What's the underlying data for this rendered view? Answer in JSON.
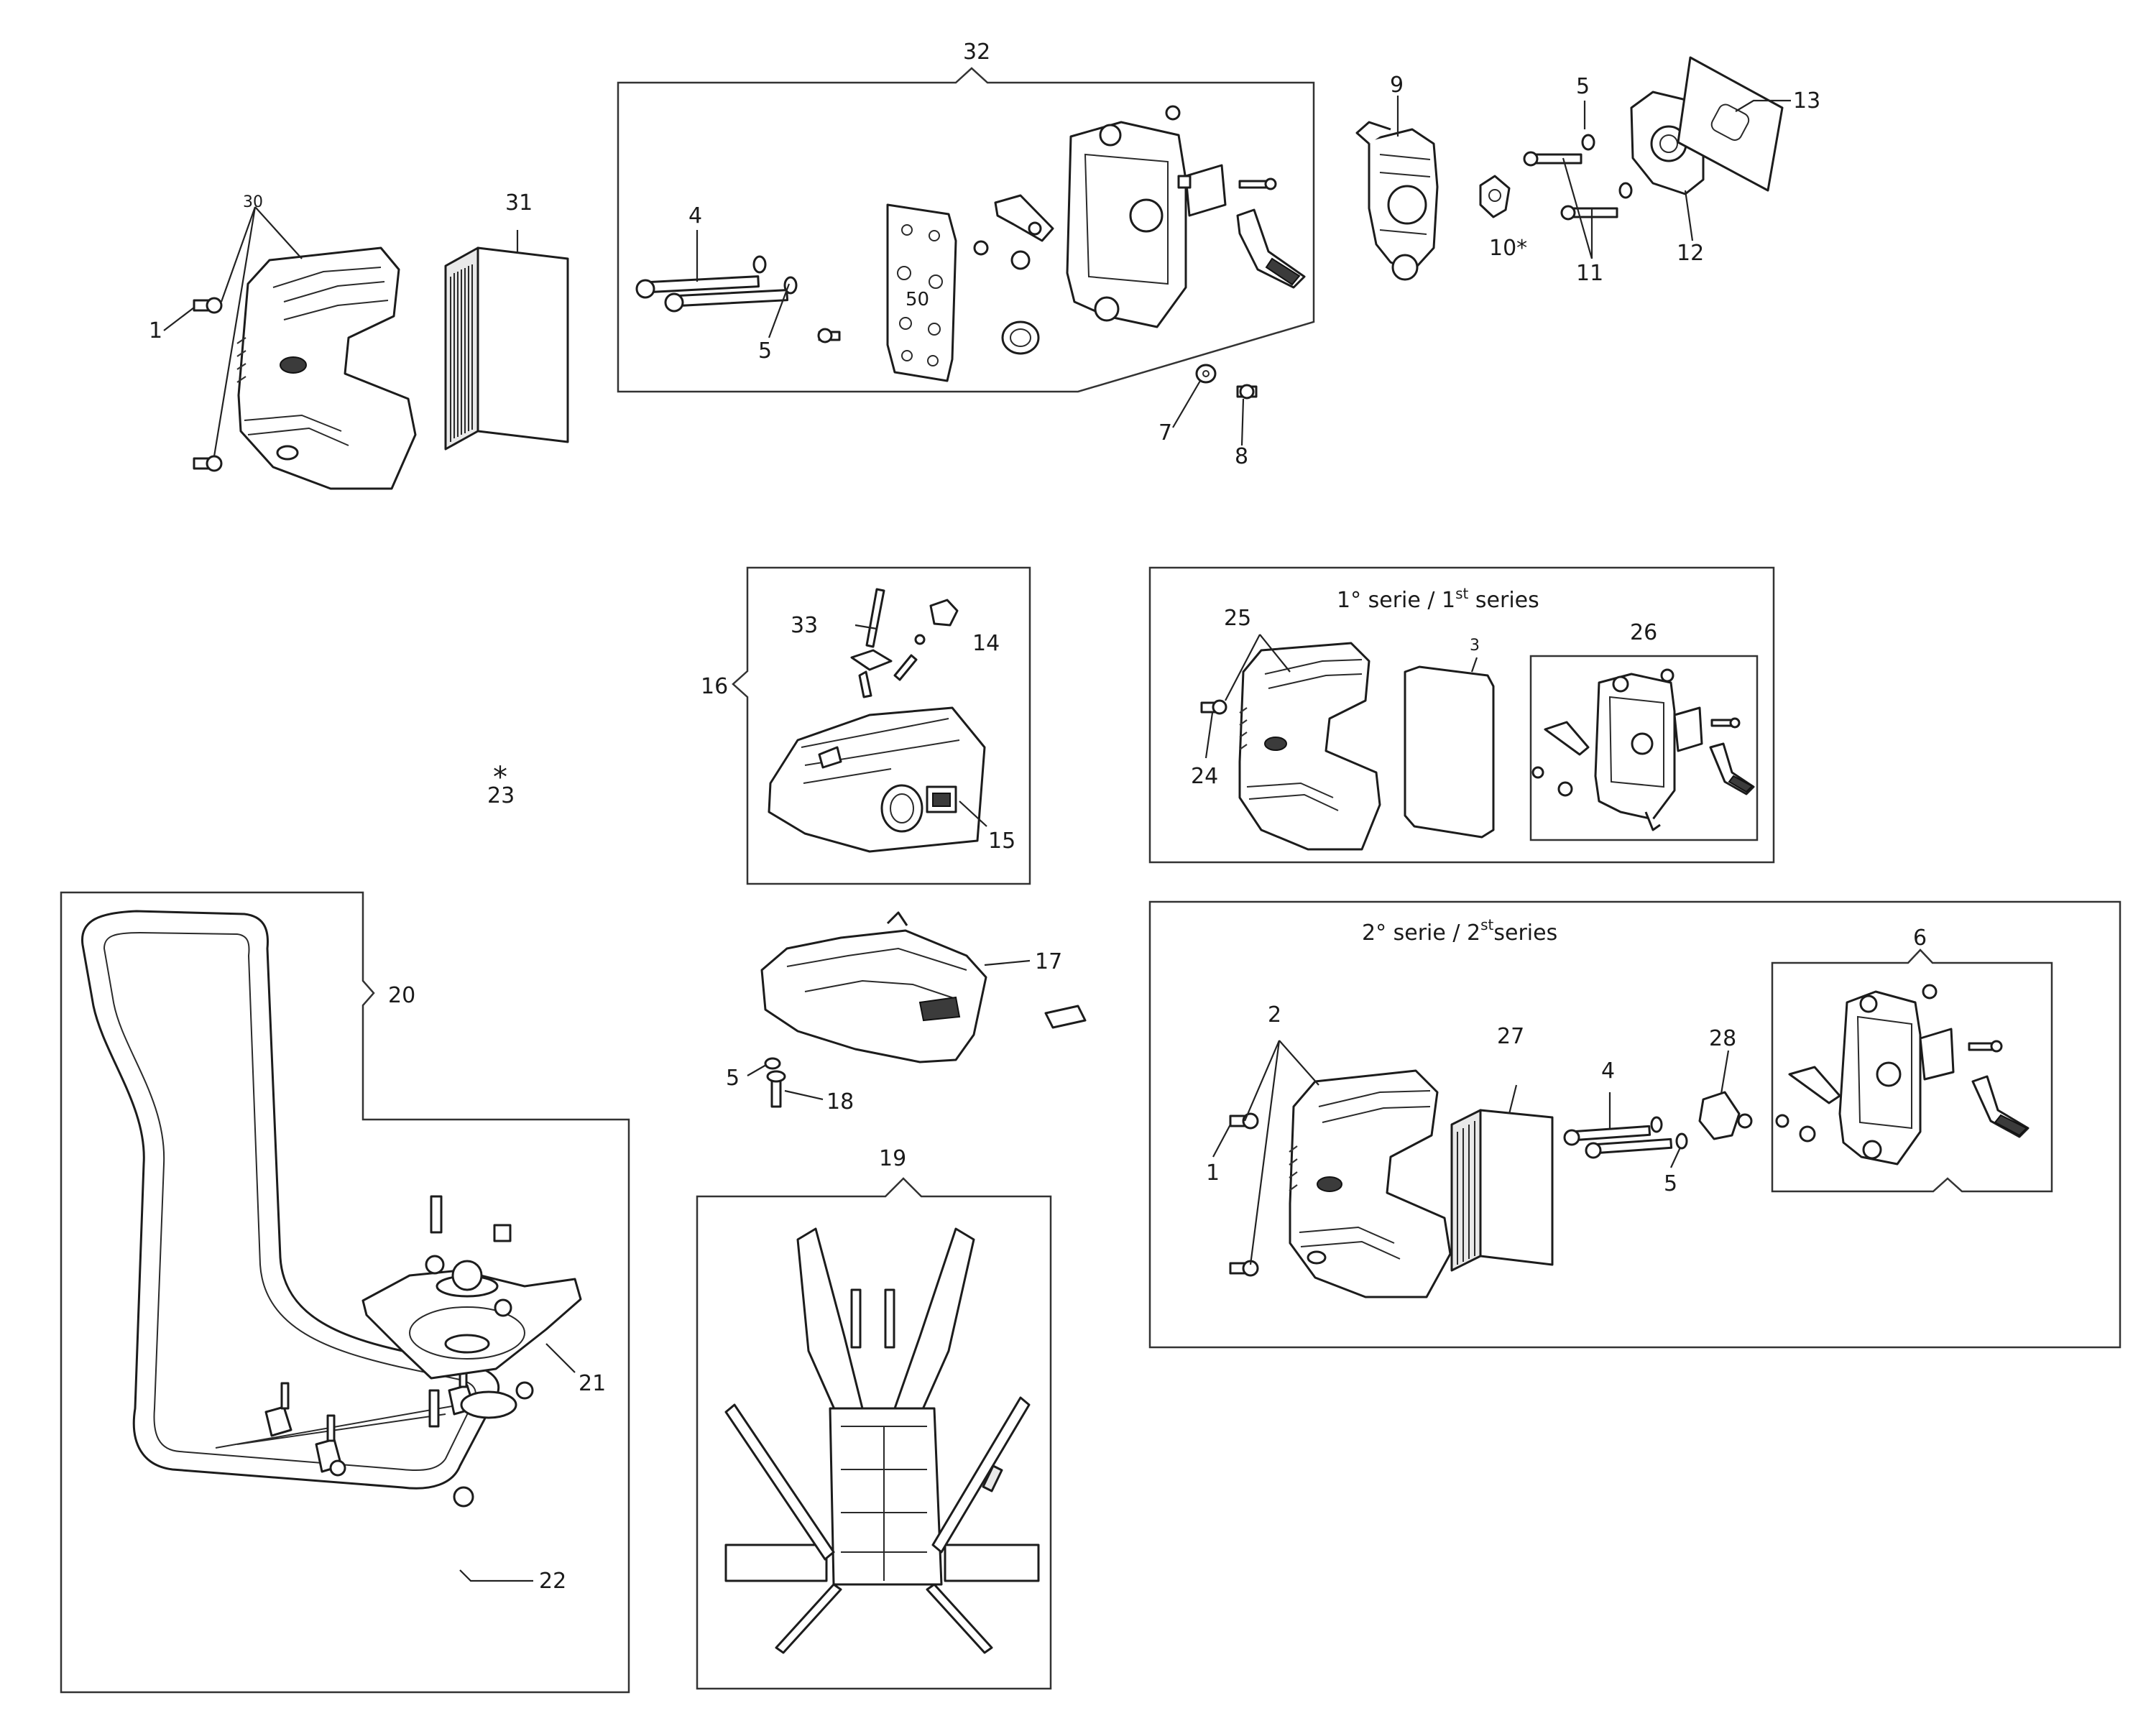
{
  "labels": {
    "n1a": "1",
    "n30": "30",
    "n31": "31",
    "n32": "32",
    "n4a": "4",
    "n5a": "5",
    "n7": "7",
    "n8": "8",
    "n9": "9",
    "n10": "10*",
    "n5b": "5",
    "n11": "11",
    "n12": "12",
    "n13": "13",
    "n33": "33",
    "n14": "14",
    "n16": "16",
    "n15": "15",
    "n23": "23",
    "asterisk": "*",
    "n25": "25",
    "n24": "24",
    "n3": "3",
    "n26": "26",
    "n20": "20",
    "n17": "17",
    "n5c": "5",
    "n18": "18",
    "n2": "2",
    "n27": "27",
    "n4b": "4",
    "n28": "28",
    "n6": "6",
    "n1b": "1",
    "n5d": "5",
    "n19": "19",
    "n21": "21",
    "n22": "22"
  },
  "series1_title": {
    "prefix": "1° serie / 1",
    "sup": "st",
    "suffix": " series"
  },
  "series2_title": {
    "prefix": "2° serie / 2",
    "sup": "st",
    "suffix": "series"
  }
}
